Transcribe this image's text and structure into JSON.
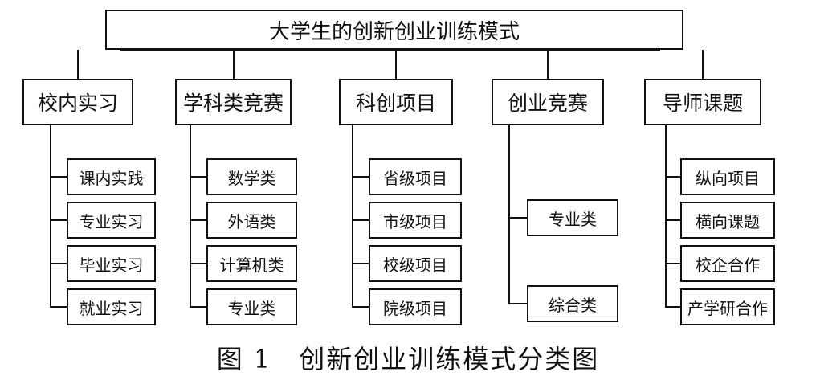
{
  "diagram": {
    "root": "大学生的创新创业训练模式",
    "categories": [
      {
        "label": "校内实习",
        "items": [
          "课内实践",
          "专业实习",
          "毕业实习",
          "就业实习"
        ]
      },
      {
        "label": "学科类竞赛",
        "items": [
          "数学类",
          "外语类",
          "计算机类",
          "专业类"
        ]
      },
      {
        "label": "科创项目",
        "items": [
          "省级项目",
          "市级项目",
          "校级项目",
          "院级项目"
        ]
      },
      {
        "label": "创业竞赛",
        "items": [
          "专业类",
          "综合类"
        ]
      },
      {
        "label": "导师课题",
        "items": [
          "纵向项目",
          "横向课题",
          "校企合作",
          "产学研合作"
        ]
      }
    ]
  },
  "caption": "图 1　创新创业训练模式分类图"
}
